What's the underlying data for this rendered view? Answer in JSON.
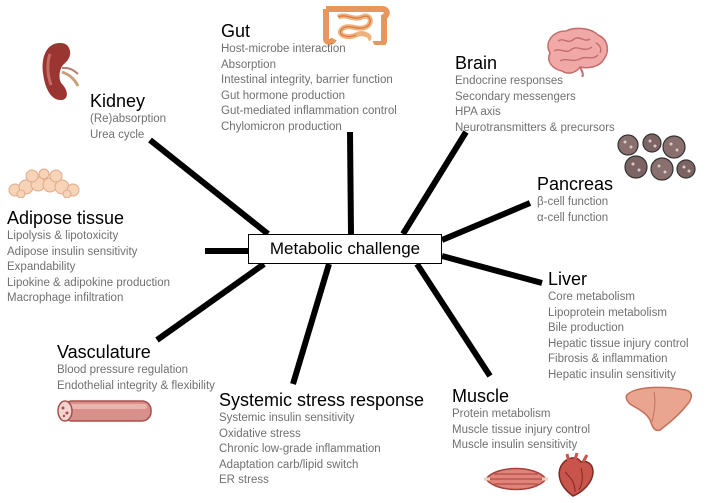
{
  "center": {
    "label": "Metabolic challenge"
  },
  "nodes": {
    "kidney": {
      "title": "Kidney",
      "items": [
        "(Re)absorption",
        "Urea cycle"
      ]
    },
    "gut": {
      "title": "Gut",
      "items": [
        "Host-microbe interaction",
        "Absorption",
        "Intestinal integrity, barrier function",
        "Gut hormone production",
        "Gut-mediated inflammation control",
        "Chylomicron production"
      ]
    },
    "brain": {
      "title": "Brain",
      "items": [
        "Endocrine responses",
        "Secondary messengers",
        "HPA axis",
        "Neurotransmitters & precursors"
      ]
    },
    "pancreas": {
      "title": "Pancreas",
      "items": [
        "β-cell function",
        "α-cell function"
      ]
    },
    "adipose": {
      "title": "Adipose tissue",
      "items": [
        "Lipolysis & lipotoxicity",
        "Adipose insulin sensitivity",
        "Expandability",
        "Lipokine & adipokine production",
        "Macrophage infiltration"
      ]
    },
    "liver": {
      "title": "Liver",
      "items": [
        "Core metabolism",
        "Lipoprotein metabolism",
        "Bile production",
        "Hepatic tissue injury control",
        "Fibrosis & inflammation",
        "Hepatic insulin sensitivity"
      ]
    },
    "vasculature": {
      "title": "Vasculature",
      "items": [
        "Blood pressure regulation",
        "Endothelial integrity & flexibility"
      ]
    },
    "muscle": {
      "title": "Muscle",
      "items": [
        "Protein metabolism",
        "Muscle tissue injury control",
        "Muscle insulin sensitivity"
      ]
    },
    "stress": {
      "title": "Systemic stress response",
      "items": [
        "Systemic insulin sensitivity",
        "Oxidative stress",
        "Chronic low-grade inflammation",
        "Adaptation carb/lipid switch",
        "ER stress"
      ]
    }
  },
  "illustrations": [
    "kidney-icon",
    "intestine-icon",
    "brain-icon",
    "pancreatic-islets-icon",
    "adipose-cells-icon",
    "blood-vessel-icon",
    "liver-icon",
    "muscle-icon",
    "heart-icon"
  ],
  "colors": {
    "line": "#000000",
    "item_text": "#707070",
    "title_text": "#000000"
  }
}
